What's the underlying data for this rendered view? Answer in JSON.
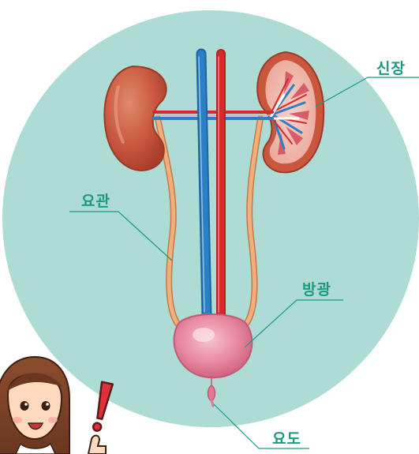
{
  "labels": {
    "kidney": "신장",
    "ureter": "요관",
    "bladder": "방광",
    "urethra": "요도"
  },
  "colors": {
    "background_circle": "#acdcd3",
    "label_text": "#1a9a80",
    "leader_line": "#1a9a80",
    "artery": "#d42a2a",
    "vein": "#2b7fc4",
    "kidney": "#c8573e",
    "ureter": "#eaa06a",
    "bladder": "#e07a93",
    "exclamation": "#e0303a"
  },
  "illustration": {
    "character": "girl-with-brown-hair",
    "accent": "exclamation-mark"
  }
}
